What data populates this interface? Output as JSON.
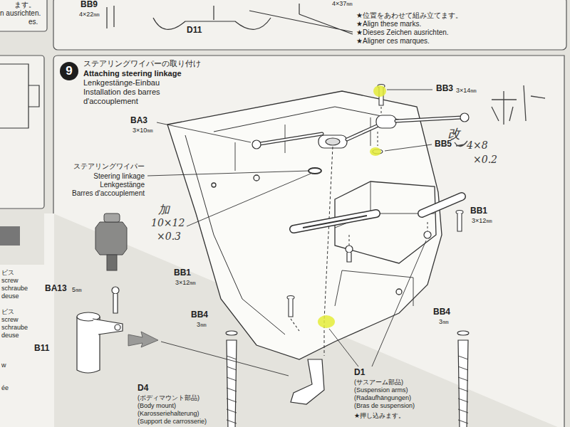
{
  "diagram": {
    "nodes": [
      {
        "text": [
          "9"
        ]
      }
    ],
    "labels": [
      "ます。",
      "n ausrichten.",
      "es.",
      "BB9",
      "4×22㎜",
      "D11",
      "4×37㎜",
      "★位置をあわせて組み立てます。",
      "★Align these marks.",
      "★Dieses Zeichen ausrichten.",
      "★Aligner ces marques.",
      "ステアリングワイパーの取り付け",
      "Attaching steering linkage",
      "Lenkgestänge-Einbau",
      "Installation des barres d'accouplement",
      "BA3",
      "3×10㎜",
      "ステアリングワイパー",
      "Steering linkage",
      "Lenkgestänge",
      "Barres d'accouplement",
      "BB3",
      "3×14㎜",
      "BB5",
      "改",
      "4×8",
      "×0.2",
      "加",
      "10×12",
      "×0.3",
      "BB1",
      "3×12㎜",
      "BB1",
      "3×12㎜",
      "BB4",
      "3㎜",
      "BB4",
      "3㎜",
      "ビス",
      "screw",
      "schraube",
      "deuse",
      "ビス",
      "screw",
      "schraube",
      "deuse",
      "BA13",
      "5㎜",
      "B11",
      "w",
      "ée",
      "D4",
      "(ボディマウント部品)",
      "(Body mount)",
      "(Karosseriehalterung)",
      "(Support de carrosserie)",
      "D1",
      "(サスアーム部品)",
      "(Suspension arms)",
      "(Radaufhängungen)",
      "(Bras de suspension)",
      "★押し込みます。"
    ]
  }
}
